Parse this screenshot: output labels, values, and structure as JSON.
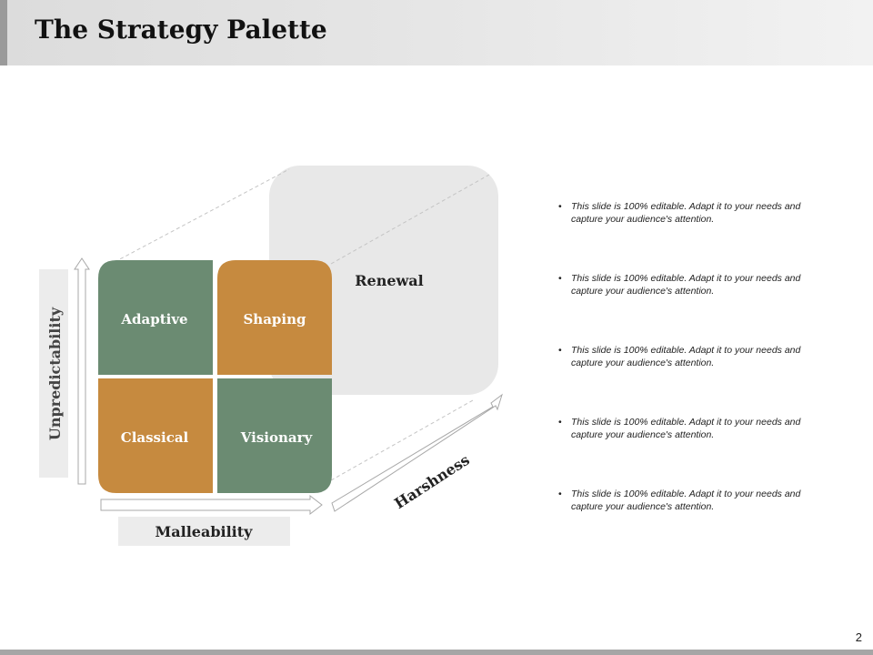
{
  "slide": {
    "title": "The Strategy Palette",
    "page_number": "2"
  },
  "diagram": {
    "tiles": {
      "adaptive": "Adaptive",
      "shaping": "Shaping",
      "classical": "Classical",
      "visionary": "Visionary",
      "renewal": "Renewal"
    },
    "axes": {
      "vertical": "Unpredictability",
      "horizontal": "Malleability",
      "diagonal": "Harshness"
    },
    "colors": {
      "green": "#6b8b72",
      "orange": "#c68a3f",
      "renewal_panel": "#e8e8e8",
      "axis_label_bg": "#ececec"
    }
  },
  "bullets": [
    "This slide is 100% editable. Adapt it to your needs and capture your audience's attention.",
    "This slide is 100% editable. Adapt it to your needs and capture your audience's attention.",
    "This slide is 100% editable. Adapt it to your needs and capture your audience's attention.",
    "This slide is 100% editable. Adapt it to your needs and capture your audience's attention.",
    "This slide is 100% editable. Adapt it to your needs and capture your audience's attention."
  ]
}
